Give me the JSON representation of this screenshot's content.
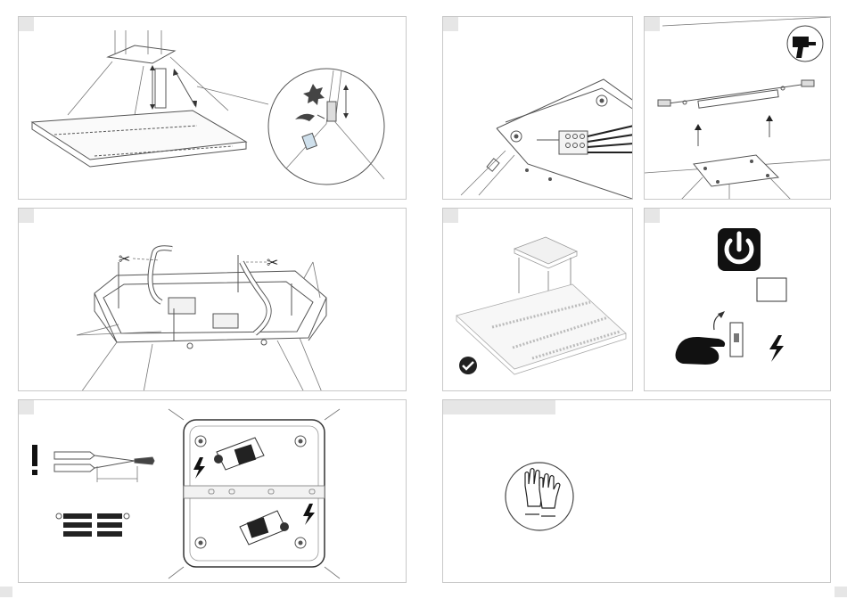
{
  "panels": [
    {
      "id": "p1",
      "step": "",
      "content": "suspension-height-adjustment"
    },
    {
      "id": "p2",
      "step": "",
      "content": "terminal-block-connection"
    },
    {
      "id": "p3",
      "step": "",
      "content": "drill-ceiling-mount"
    },
    {
      "id": "p4",
      "step": "",
      "content": "cut-cables-and-wire-through"
    },
    {
      "id": "p5",
      "step": "",
      "content": "assembled-luminaire-ok"
    },
    {
      "id": "p6",
      "step": "",
      "content": "switch-on-power"
    },
    {
      "id": "p7",
      "step": "",
      "content": "wire-stripping-and-connection"
    },
    {
      "id": "p8",
      "step": "",
      "content": "wear-gloves"
    }
  ],
  "icons": {
    "drill": "drill-icon",
    "power": "power-icon",
    "check": "check-icon",
    "gloves": "gloves-icon",
    "lightning": "lightning-icon",
    "warning": "exclamation-icon",
    "scissors": "scissors-icon"
  },
  "colors": {
    "tab": "#e6e6e6",
    "border": "#c9c9c9",
    "ink": "#222222"
  }
}
